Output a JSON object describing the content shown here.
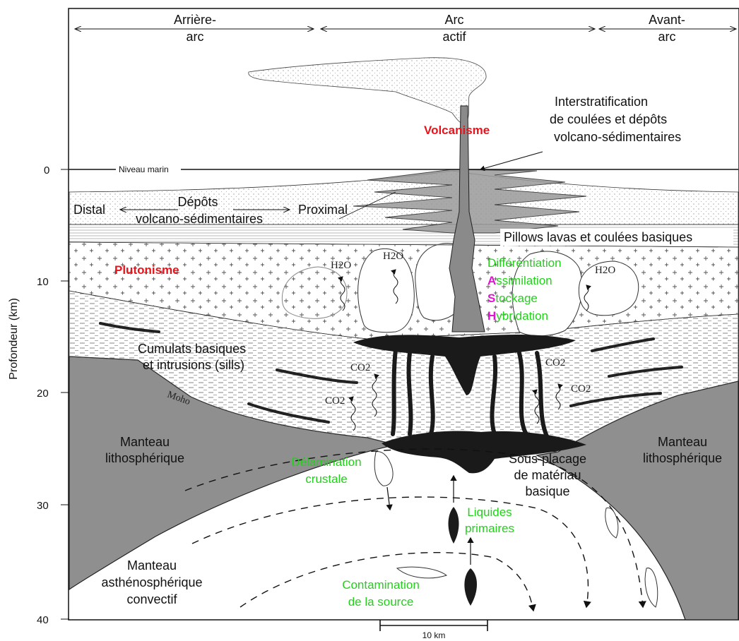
{
  "zones": {
    "arriere_arc": [
      "Arrière-",
      "arc"
    ],
    "arc_actif": [
      "Arc",
      "actif"
    ],
    "avant_arc": [
      "Avant-",
      "arc"
    ]
  },
  "axis": {
    "label": "Profondeur (km)",
    "ticks": [
      "0",
      "10",
      "20",
      "30",
      "40"
    ]
  },
  "labels": {
    "niveau_marin": "Niveau marin",
    "volcanisme": "Volcanisme",
    "plutonisme": "Plutonisme",
    "interstrat": [
      "Interstratification",
      "de coulées  et dépôts",
      "volcano-sédimentaires"
    ],
    "depots": [
      "Dépôts",
      "volcano-sédimentaires"
    ],
    "distal": "Distal",
    "proximal": "Proximal",
    "pillows": "Pillows lavas et coulées basiques",
    "dash": {
      "d": [
        "D",
        "ifférentiation"
      ],
      "a": [
        "A",
        "ssimilation"
      ],
      "s": [
        "S",
        "tockage"
      ],
      "h": [
        "H",
        "ybridation"
      ]
    },
    "h2o": "H2O",
    "co2": "CO2",
    "cumulats": [
      "Cumulats basiques",
      "et intrusions (sills)"
    ],
    "moho": "Moho",
    "manteau_litho": [
      "Manteau",
      "lithosphérique"
    ],
    "delamination": [
      "Délamination",
      "crustale"
    ],
    "sous_placage": [
      "Sous-placage",
      "de matériau",
      "basique"
    ],
    "liquides": [
      "Liquides",
      "primaires"
    ],
    "manteau_asth": [
      "Manteau",
      "asthénosphérique",
      "convectif"
    ],
    "contamination": [
      "Contamination",
      "de la source"
    ],
    "scale": "10 km"
  },
  "colors": {
    "red_label": "#e8131b",
    "green_label": "#22d11a",
    "magenta_letter": "#e014d2",
    "mantle_grey": "#8f8f8f",
    "magma": "#1a1a1a"
  }
}
